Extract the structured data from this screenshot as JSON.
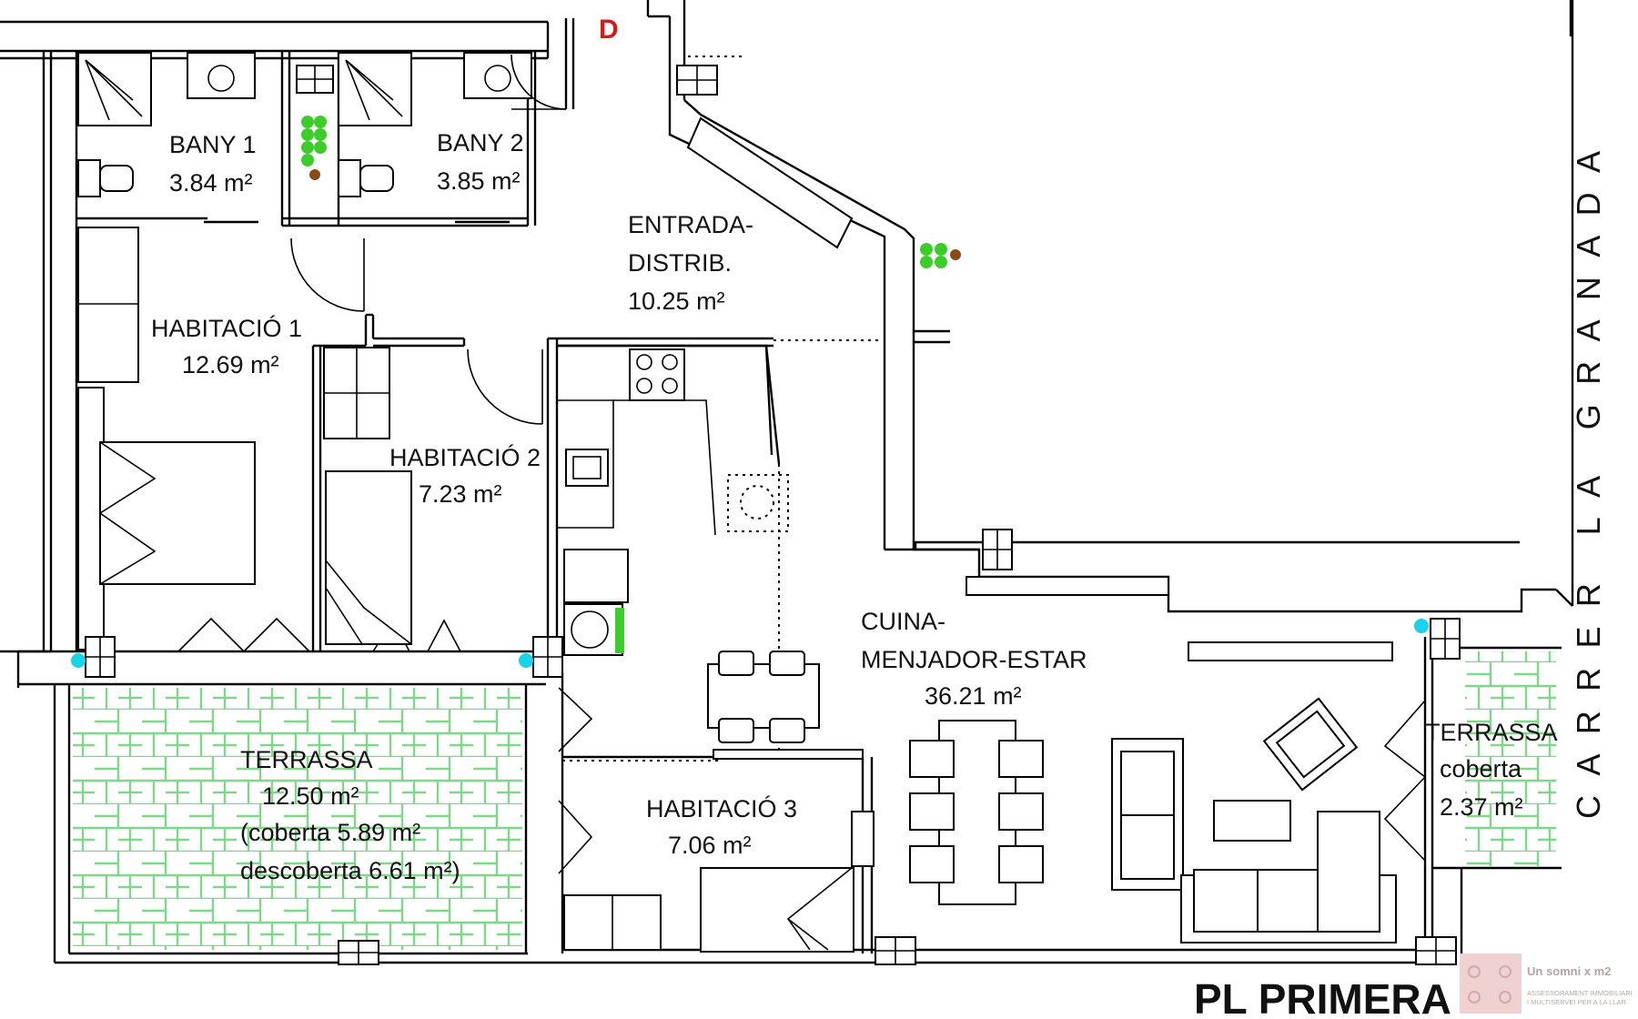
{
  "door_mark": "D",
  "rooms": [
    {
      "id": "bany1",
      "lines": [
        "BANY 1",
        "3.84 m²"
      ]
    },
    {
      "id": "bany2",
      "lines": [
        "BANY 2",
        "3.85 m²"
      ]
    },
    {
      "id": "entrada",
      "lines": [
        "ENTRADA-",
        "DISTRIB.",
        "10.25 m²"
      ]
    },
    {
      "id": "hab1",
      "lines": [
        "HABITACIÓ 1",
        "12.69 m²"
      ]
    },
    {
      "id": "hab2",
      "lines": [
        "HABITACIÓ 2",
        "7.23 m²"
      ]
    },
    {
      "id": "cuina",
      "lines": [
        "CUINA-",
        "MENJADOR-ESTAR",
        "36.21 m²"
      ]
    },
    {
      "id": "terrassa1",
      "lines": [
        "TERRASSA",
        "12.50 m²",
        "(coberta 5.89 m²",
        "descoberta  6.61 m²)"
      ]
    },
    {
      "id": "hab3",
      "lines": [
        "HABITACIÓ 3",
        "7.06 m²"
      ]
    },
    {
      "id": "terrassa2",
      "lines": [
        "TERRASSA",
        "coberta",
        "2.37 m²"
      ]
    }
  ],
  "street_name": "CARRER LA GRANADA",
  "floor_label": "PL   PRIMERA",
  "watermark": {
    "brand": "Un somni x m2",
    "tagline_1": "ASSESSORAMENT IMMOBILIARI",
    "tagline_2": "I MULTISERVEI PER A LA LLAR"
  },
  "colors": {
    "walls": "#000000",
    "door_mark": "#d11a1a",
    "terrace_tiles": "#7fd88a",
    "pipe_cyan": "#17d4e8",
    "plant_green": "#3ccd2a",
    "plant_brown": "#8b4a1a",
    "watermark": "#c9a0a0"
  }
}
